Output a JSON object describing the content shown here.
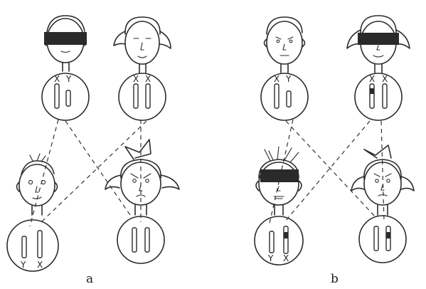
{
  "panels": [
    {
      "label": "a",
      "father": {
        "sex_chromosomes": [
          "X",
          "Y"
        ],
        "face_masked": true
      },
      "mother": {
        "sex_chromosomes": [
          "X",
          "X"
        ],
        "face_masked": false
      },
      "son": {
        "sex_chromosomes": [
          "Y",
          "X"
        ],
        "face_masked": false
      },
      "daughter": {
        "face_masked": false
      }
    },
    {
      "label": "b",
      "father": {
        "sex_chromosomes": [
          "X",
          "Y"
        ],
        "face_masked": false
      },
      "mother": {
        "sex_chromosomes": [
          "X",
          "X"
        ],
        "face_masked": true
      },
      "son": {
        "sex_chromosomes": [
          "Y",
          "X"
        ],
        "face_masked": true
      },
      "daughter": {
        "face_masked": false
      }
    }
  ]
}
